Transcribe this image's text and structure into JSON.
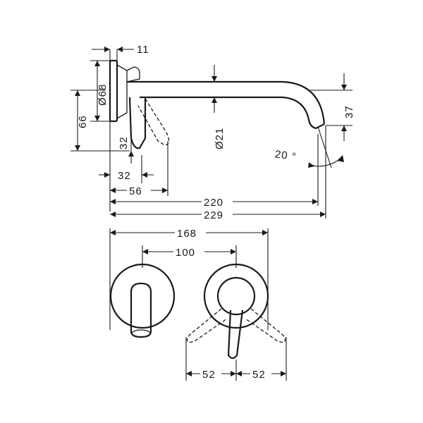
{
  "diagram": {
    "dimensions": {
      "rosette_depth": "11",
      "rosette_diameter": "Ø68",
      "rosette_center_height": "66",
      "lever_offset_vertical": "32",
      "lever_offset_horizontal": "32",
      "lever_reach": "56",
      "spout_diameter": "Ø21",
      "spout_drop": "37",
      "spout_angle": "20 °",
      "projection_inner": "220",
      "projection_total": "229",
      "center_distance": "168",
      "spout_offset": "100",
      "lever_swing_left": "52",
      "lever_swing_right": "52"
    }
  }
}
